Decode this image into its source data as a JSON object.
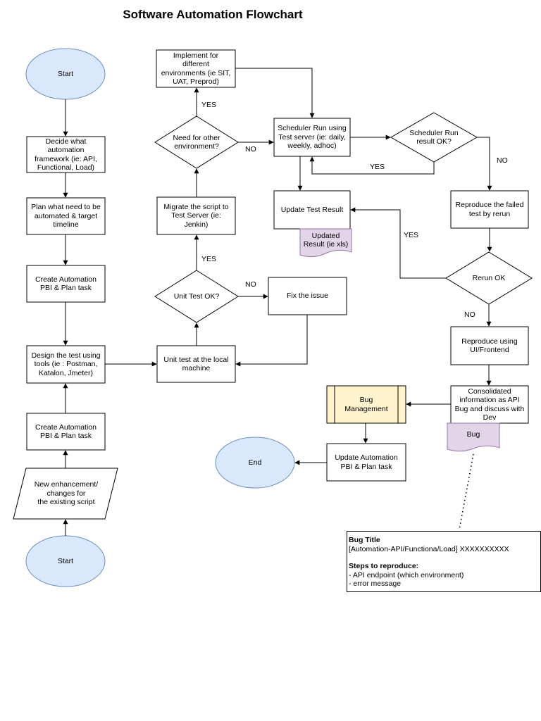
{
  "title": "Software Automation Flowchart",
  "colors": {
    "terminator_fill": "#dae8fc",
    "terminator_stroke": "#6c8ebf",
    "document_fill": "#e1d5e7",
    "document_stroke": "#9673a6",
    "subprocess_fill": "#fff2cc",
    "subprocess_stroke": "#000000",
    "stroke": "#000000"
  },
  "nodes": {
    "start_top": "Start",
    "decide_framework": "Decide what\nautomation\nframework (ie: API,\nFunctional, Load)",
    "plan_automated": "Plan what need to be\nautomated & target\ntimeline",
    "create_pbi_1": "Create Automation\nPBI & Plan task",
    "design_test": "Design the test using\ntools (ie : Postman,\nKatalon, Jmeter)",
    "create_pbi_2": "Create Automation\nPBI & Plan task",
    "new_enhancement": "New enhancement/\nchanges for\nthe existing script",
    "start_bottom": "Start",
    "implement_env": "Implement for\ndifferent\nenvironments (ie SIT,\nUAT, Preprod)",
    "need_other_env": "Need for other\nenvironment?",
    "migrate_script": "Migrate the script to\nTest Server (ie:\nJenkin)",
    "unit_test_ok": "Unit Test OK?",
    "unit_test_local": "Unit test at the local\nmachine",
    "fix_issue": "Fix the issue",
    "scheduler_run": "Scheduler Run using\nTest server (ie: daily,\nweekly, adhoc)",
    "scheduler_ok": "Scheduler Run\nresult OK?",
    "update_test_result": "Update Test Result",
    "updated_result_doc": "Updated\nResult (ie xls)",
    "reproduce_rerun": "Reproduce the failed\ntest by rerun",
    "rerun_ok": "Rerun OK",
    "reproduce_ui": "Reproduce using\nUI/Frontend",
    "consolidated": "Consolidated\ninformation as API\nBug and discuss with\nDev",
    "bug_doc": "Bug",
    "bug_management": "Bug\nManagement",
    "update_pbi": "Update Automation\nPBI & Plan task",
    "end": "End"
  },
  "edge_labels": {
    "yes_env": "YES",
    "no_env": "NO",
    "yes_unit": "YES",
    "no_unit": "NO",
    "yes_sched": "YES",
    "no_sched": "NO",
    "yes_rerun": "YES",
    "no_rerun": "NO"
  },
  "note": {
    "title": "Bug Title",
    "title_line": "[Automation-API/Functiona/Load] XXXXXXXXXX",
    "steps_title": "Steps to reproduce:",
    "step_1": "- API endpoint (which environment)",
    "step_2": "- error message"
  }
}
